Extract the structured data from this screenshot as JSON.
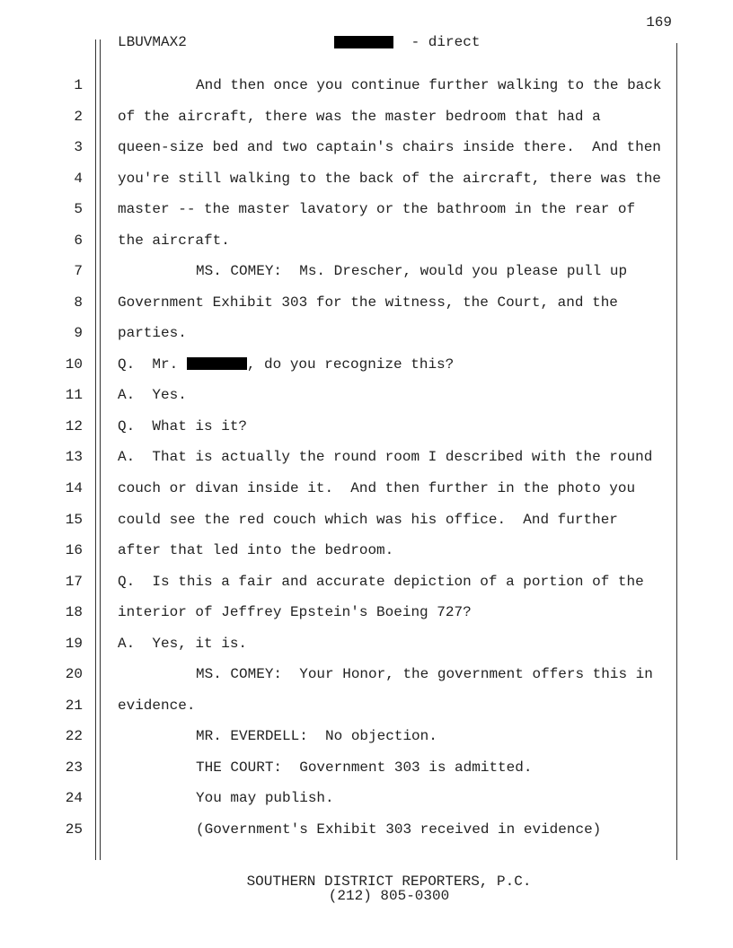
{
  "page_number": "169",
  "header": {
    "case_code": "LBUVMAX2",
    "section": " - direct"
  },
  "lines": [
    {
      "n": "1",
      "text": "And then once you continue further walking to the back",
      "indent": true
    },
    {
      "n": "2",
      "text": "of the aircraft, there was the master bedroom that had a"
    },
    {
      "n": "3",
      "text": "queen-size bed and two captain's chairs inside there.  And then"
    },
    {
      "n": "4",
      "text": "you're still walking to the back of the aircraft, there was the"
    },
    {
      "n": "5",
      "text": "master -- the master lavatory or the bathroom in the rear of"
    },
    {
      "n": "6",
      "text": "the aircraft."
    },
    {
      "n": "7",
      "text": "MS. COMEY:  Ms. Drescher, would you please pull up",
      "indent": true
    },
    {
      "n": "8",
      "text": "Government Exhibit 303 for the witness, the Court, and the"
    },
    {
      "n": "9",
      "text": "parties."
    },
    {
      "n": "10",
      "text": "Q.  Mr. ",
      "after": ", do you recognize this?",
      "redacted": true
    },
    {
      "n": "11",
      "text": "A.  Yes."
    },
    {
      "n": "12",
      "text": "Q.  What is it?"
    },
    {
      "n": "13",
      "text": "A.  That is actually the round room I described with the round"
    },
    {
      "n": "14",
      "text": "couch or divan inside it.  And then further in the photo you"
    },
    {
      "n": "15",
      "text": "could see the red couch which was his office.  And further"
    },
    {
      "n": "16",
      "text": "after that led into the bedroom."
    },
    {
      "n": "17",
      "text": "Q.  Is this a fair and accurate depiction of a portion of the"
    },
    {
      "n": "18",
      "text": "interior of Jeffrey Epstein's Boeing 727?"
    },
    {
      "n": "19",
      "text": "A.  Yes, it is."
    },
    {
      "n": "20",
      "text": "MS. COMEY:  Your Honor, the government offers this in",
      "indent": true
    },
    {
      "n": "21",
      "text": "evidence."
    },
    {
      "n": "22",
      "text": "MR. EVERDELL:  No objection.",
      "indent": true
    },
    {
      "n": "23",
      "text": "THE COURT:  Government 303 is admitted.",
      "indent": true
    },
    {
      "n": "24",
      "text": "You may publish.",
      "indent": true
    },
    {
      "n": "25",
      "text": "(Government's Exhibit 303 received in evidence)",
      "indent": true
    }
  ],
  "footer": {
    "line1": "SOUTHERN DISTRICT REPORTERS, P.C.",
    "line2": "(212) 805-0300"
  }
}
